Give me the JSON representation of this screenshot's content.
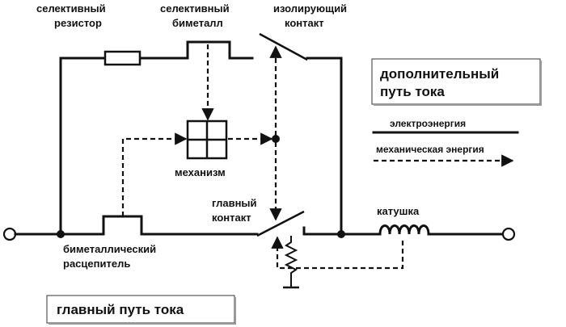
{
  "labels": {
    "selective_resistor": [
      "селективный",
      "резистор"
    ],
    "selective_bimetal": [
      "селективный",
      "биметалл"
    ],
    "isolating_contact": [
      "изолирующий",
      "контакт"
    ],
    "mechanism": "механизм",
    "main_contact": [
      "главный",
      "контакт"
    ],
    "coil": "катушка",
    "bimetal_release": [
      "биметаллический",
      "расцепитель"
    ]
  },
  "boxes": {
    "additional_path": [
      "дополнительный",
      "путь тока"
    ],
    "main_path": "главный путь тока"
  },
  "legend": {
    "electric_energy": "электроэнергия",
    "mechanical_energy": "механическая энергия"
  }
}
